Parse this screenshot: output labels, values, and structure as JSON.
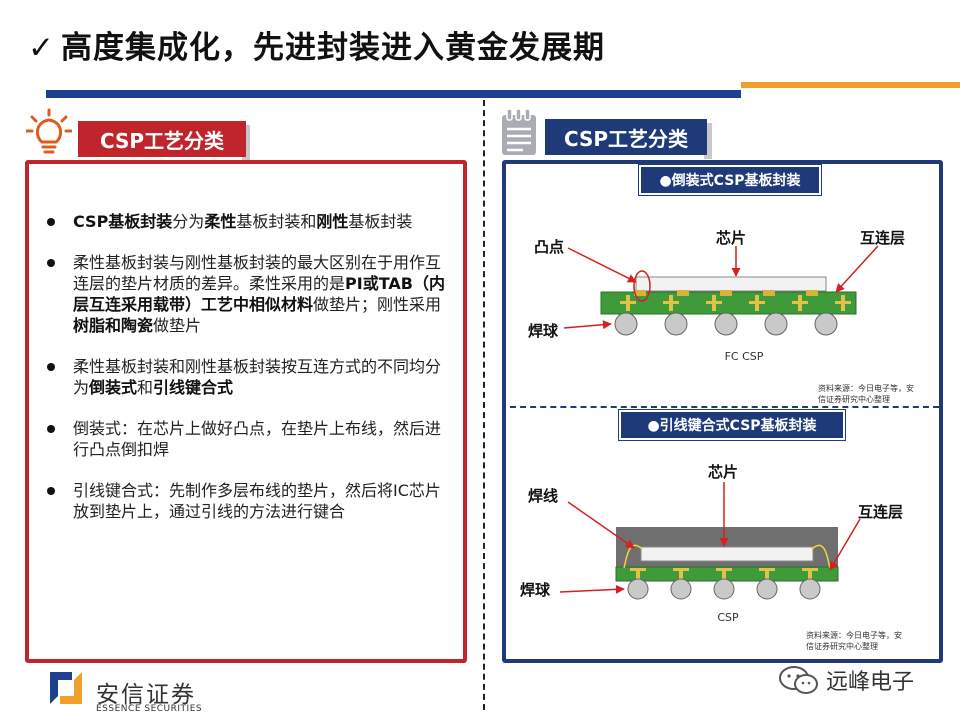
{
  "title": {
    "check": "✓",
    "text": "高度集成化，先进封装进入黄金发展期"
  },
  "left": {
    "tag": "CSP工艺分类",
    "bullets": [
      [
        {
          "t": "CSP基板封装",
          "b": true
        },
        {
          "t": "分为"
        },
        {
          "t": "柔性",
          "b": true
        },
        {
          "t": "基板封装和"
        },
        {
          "t": "刚性",
          "b": true
        },
        {
          "t": "基板封装"
        }
      ],
      [
        {
          "t": "柔性基板封装与刚性基板封装的最大区别在于用作互连层的垫片材质的差异。柔性采用的是"
        },
        {
          "t": "PI或TAB（内层互连采用载带）工艺中相似材料",
          "b": true
        },
        {
          "t": "做垫片；刚性采用"
        },
        {
          "t": "树脂和陶瓷",
          "b": true
        },
        {
          "t": "做垫片"
        }
      ],
      [
        {
          "t": "柔性基板封装和刚性基板封装按互连方式的不同均分为"
        },
        {
          "t": "倒装式",
          "b": true
        },
        {
          "t": "和"
        },
        {
          "t": "引线键合式",
          "b": true
        }
      ],
      [
        {
          "t": "倒装式：在芯片上做好凸点，在垫片上布线，然后进行凸点倒扣焊"
        }
      ],
      [
        {
          "t": "引线键合式：先制作多层布线的垫片，然后将IC芯片放到垫片上，通过引线的方法进行键合"
        }
      ]
    ]
  },
  "right": {
    "tag": "CSP工艺分类",
    "top": {
      "header": "●倒装式CSP基板封装",
      "labels": {
        "bump": "凸点",
        "chip": "芯片",
        "interconnect": "互连层",
        "solder_ball": "焊球",
        "caption": "FC CSP"
      },
      "source_line1": "资料来源：今日电子等，安",
      "source_line2": "信证券研究中心整理"
    },
    "bottom": {
      "header": "●引线键合式CSP基板封装",
      "labels": {
        "wire": "焊线",
        "chip": "芯片",
        "interconnect": "互连层",
        "solder_ball": "焊球",
        "caption": "CSP"
      },
      "source_line1": "资料来源：今日电子等，安",
      "source_line2": "信证券研究中心整理"
    }
  },
  "footer": {
    "logo_cn": "安信证券",
    "logo_en": "ESSENCE SECURITIES",
    "watermark": "远峰电子"
  },
  "colors": {
    "red": "#c0252c",
    "navy": "#1f3a78",
    "orange": "#f0a02a",
    "board_green": "#3f9a3a",
    "arrow_red": "#d42020"
  }
}
